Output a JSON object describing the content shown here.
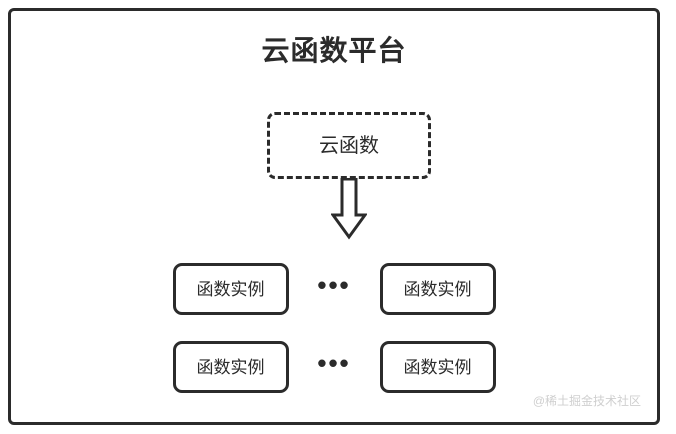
{
  "diagram": {
    "platform": {
      "title": "云函数平台",
      "border_color": "#2b2b2b",
      "background_color": "#ffffff"
    },
    "cloud_function": {
      "label": "云函数",
      "border_style": "dashed",
      "border_color": "#2b2b2b"
    },
    "arrow": {
      "name": "down-arrow-icon",
      "direction": "down",
      "fill": "#ffffff",
      "stroke": "#2b2b2b"
    },
    "rows": [
      {
        "left_instance": "函数实例",
        "ellipsis": "•••",
        "right_instance": "函数实例"
      },
      {
        "left_instance": "函数实例",
        "ellipsis": "•••",
        "right_instance": "函数实例"
      }
    ],
    "watermark": {
      "text": "@稀土掘金技术社区",
      "color": "#cfcfcf"
    }
  }
}
